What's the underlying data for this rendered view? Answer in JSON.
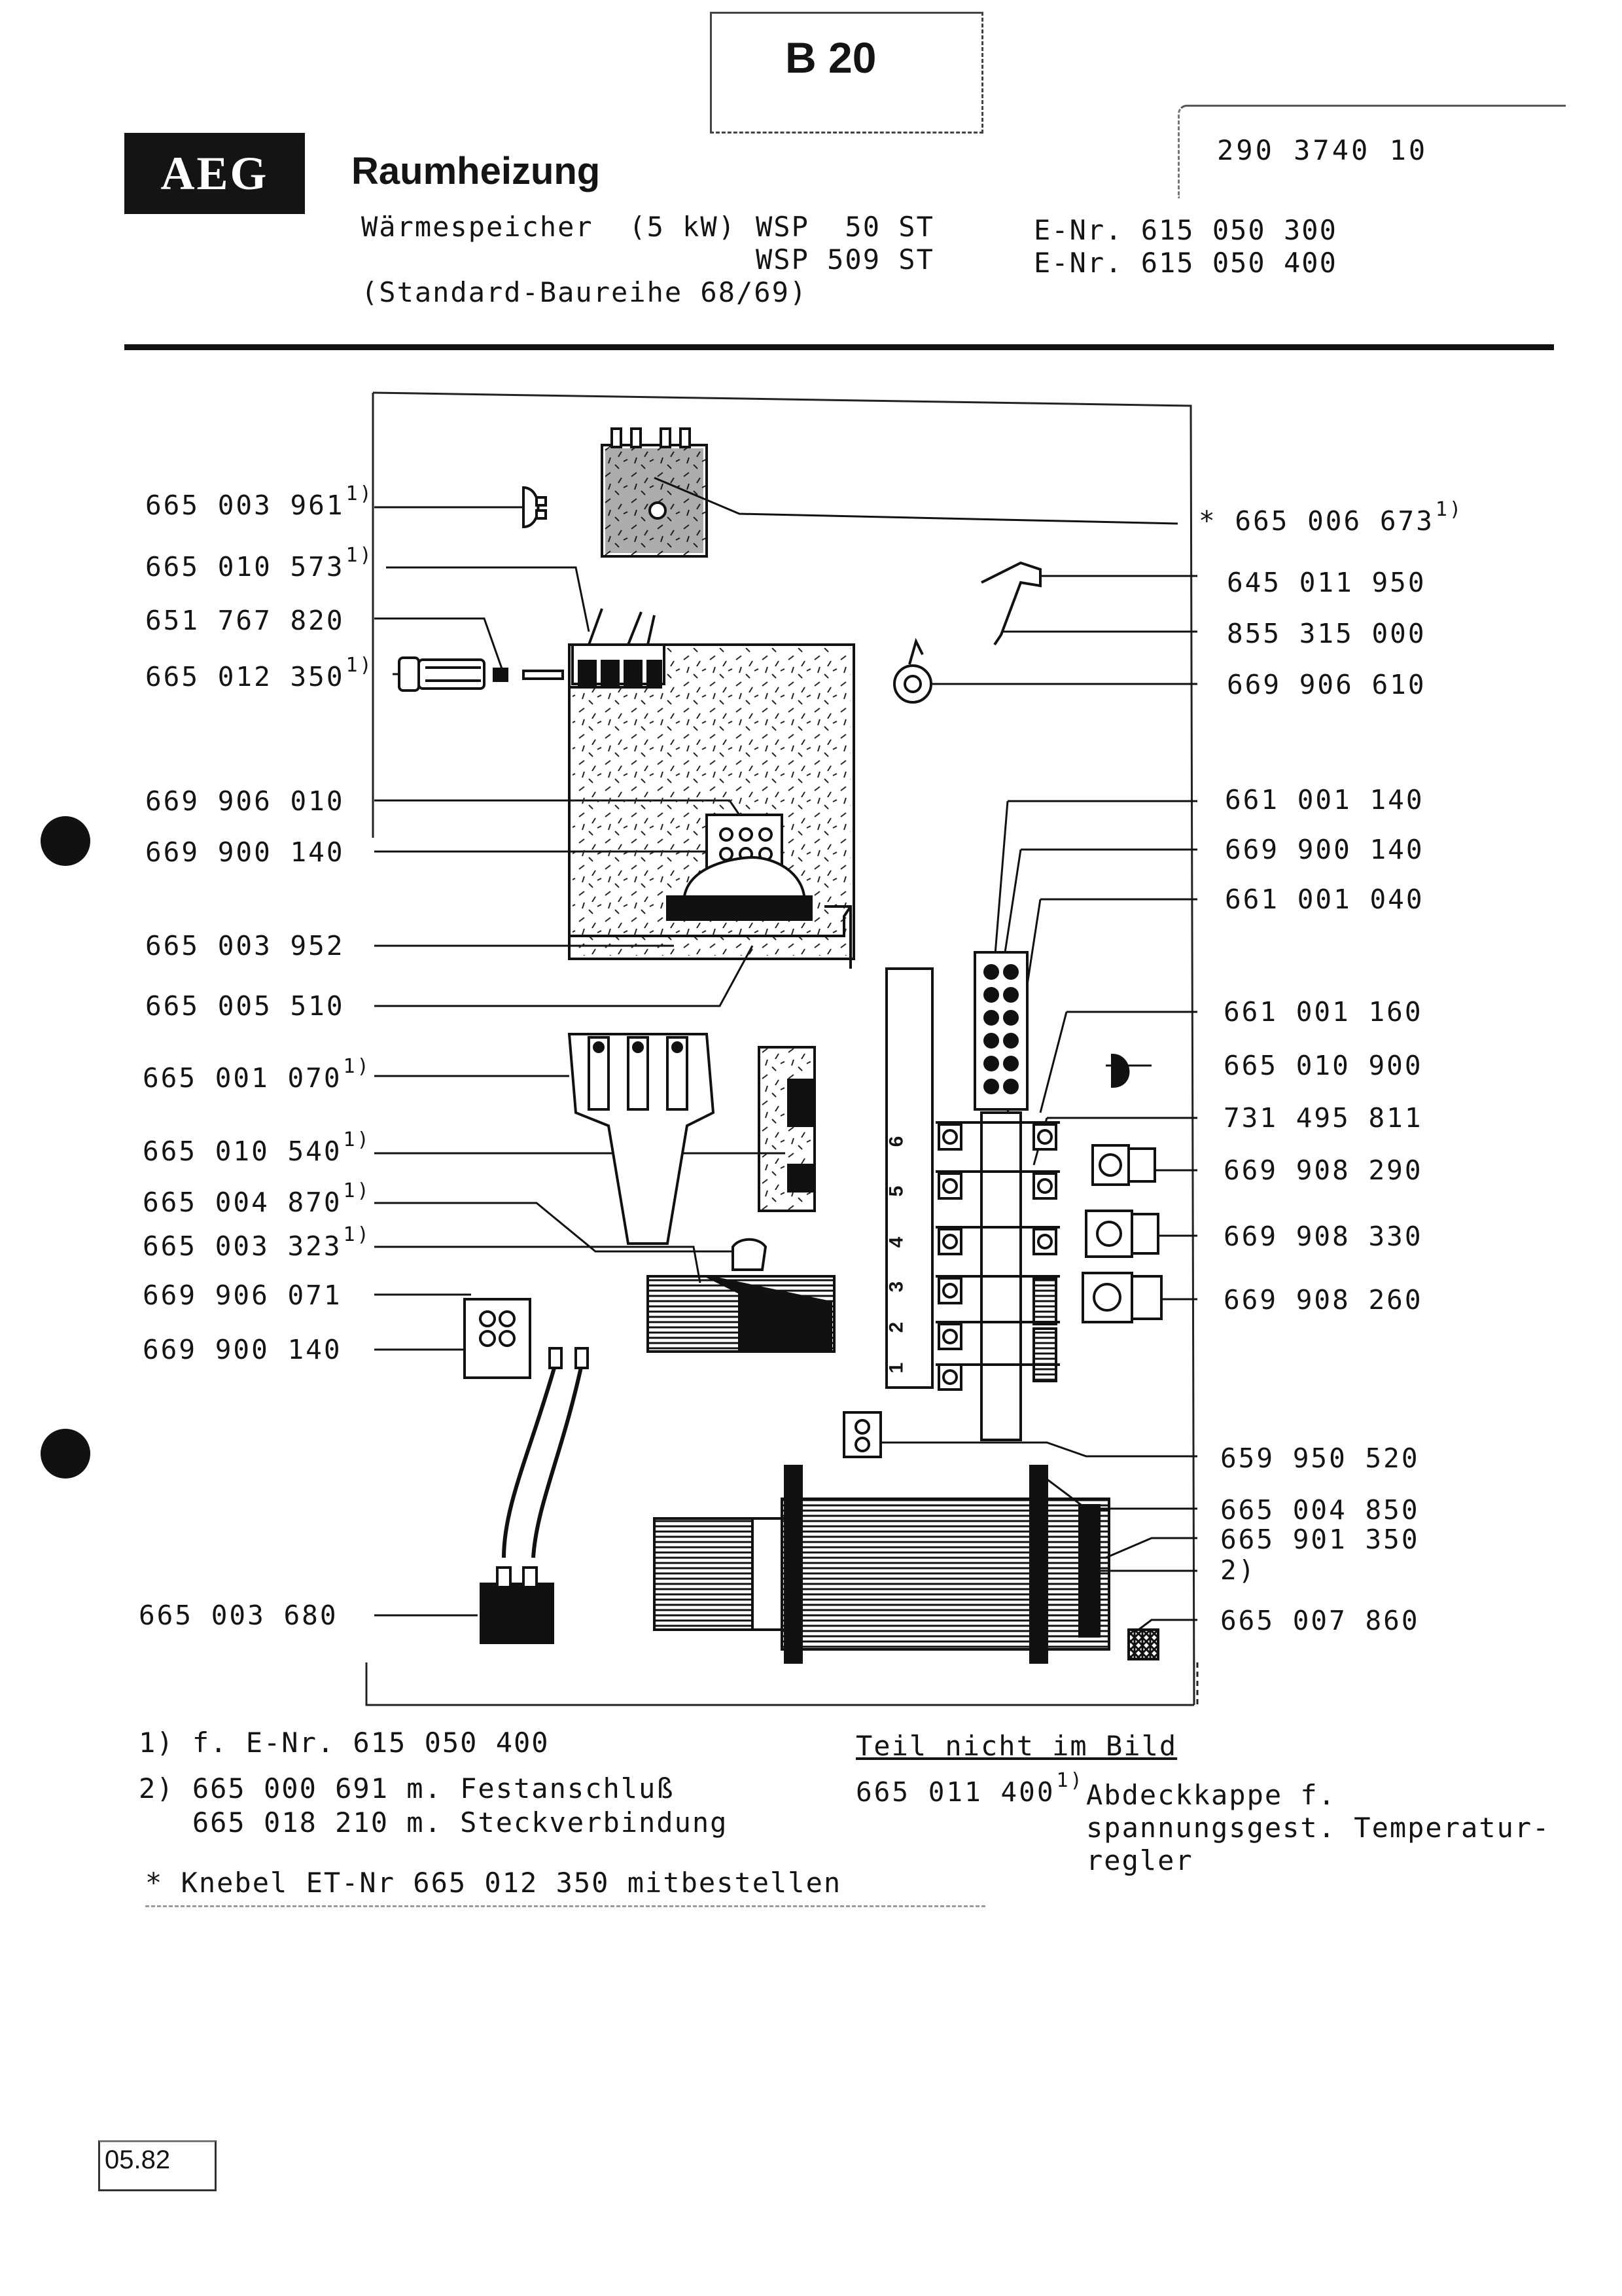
{
  "header": {
    "sheet_code": "B 20",
    "doc_number": "290 3740 10",
    "brand": "AEG",
    "title": "Raumheizung",
    "desc_line1": "Wärmespeicher  (5 kW)",
    "desc_line2": "(Standard-Baureihe 68/69)",
    "models": [
      {
        "model": "WSP  50 ST",
        "enr": "E-Nr. 615 050 300"
      },
      {
        "model": "WSP 509 ST",
        "enr": "E-Nr. 615 050 400"
      }
    ]
  },
  "left_parts": [
    {
      "num": "665 003 961",
      "sup": "1)"
    },
    {
      "num": "665 010 573",
      "sup": "1)"
    },
    {
      "num": "651 767 820",
      "sup": ""
    },
    {
      "num": "665 012 350",
      "sup": "1)"
    },
    {
      "num": "669 906 010",
      "sup": ""
    },
    {
      "num": "669 900 140",
      "sup": ""
    },
    {
      "num": "665 003 952",
      "sup": ""
    },
    {
      "num": "665 005 510",
      "sup": ""
    },
    {
      "num": "665 001 070",
      "sup": "1)"
    },
    {
      "num": "665 010 540",
      "sup": "1)"
    },
    {
      "num": "665 004 870",
      "sup": "1)"
    },
    {
      "num": "665 003 323",
      "sup": "1)"
    },
    {
      "num": "669 906 071",
      "sup": ""
    },
    {
      "num": "669 900 140",
      "sup": ""
    },
    {
      "num": "665 003 680",
      "sup": ""
    }
  ],
  "right_parts": [
    {
      "num": "* 665 006 673",
      "sup": "1)"
    },
    {
      "num": "645 011 950",
      "sup": ""
    },
    {
      "num": "855 315 000",
      "sup": ""
    },
    {
      "num": "669 906 610",
      "sup": ""
    },
    {
      "num": "661 001 140",
      "sup": ""
    },
    {
      "num": "669 900 140",
      "sup": ""
    },
    {
      "num": "661 001 040",
      "sup": ""
    },
    {
      "num": "661 001 160",
      "sup": ""
    },
    {
      "num": "665 010 900",
      "sup": ""
    },
    {
      "num": "731 495 811",
      "sup": ""
    },
    {
      "num": "669 908 290",
      "sup": ""
    },
    {
      "num": "669 908 330",
      "sup": ""
    },
    {
      "num": "669 908 260",
      "sup": ""
    },
    {
      "num": "659 950 520",
      "sup": ""
    },
    {
      "num": "665 004 850",
      "sup": ""
    },
    {
      "num": "665 901 350",
      "sup": ""
    },
    {
      "num": "2)",
      "sup": ""
    },
    {
      "num": "665 007 860",
      "sup": ""
    }
  ],
  "terminal_numbers": [
    "6",
    "5",
    "4",
    "3",
    "2",
    "1"
  ],
  "footnotes": {
    "note1": "1) f. E-Nr. 615 050 400",
    "note2_line1": "2) 665 000 691 m. Festanschluß",
    "note2_line2": "   665 018 210 m. Steckverbindung",
    "note_star": "* Knebel ET-Nr 665 012 350 mitbestellen",
    "not_shown_heading": "Teil nicht im Bild",
    "not_shown_num": "665 011 400",
    "not_shown_sup": "1)",
    "not_shown_desc1": "Abdeckkappe f.",
    "not_shown_desc2": "spannungsgest. Temperatur-",
    "not_shown_desc3": "regler"
  },
  "date": "05.82"
}
